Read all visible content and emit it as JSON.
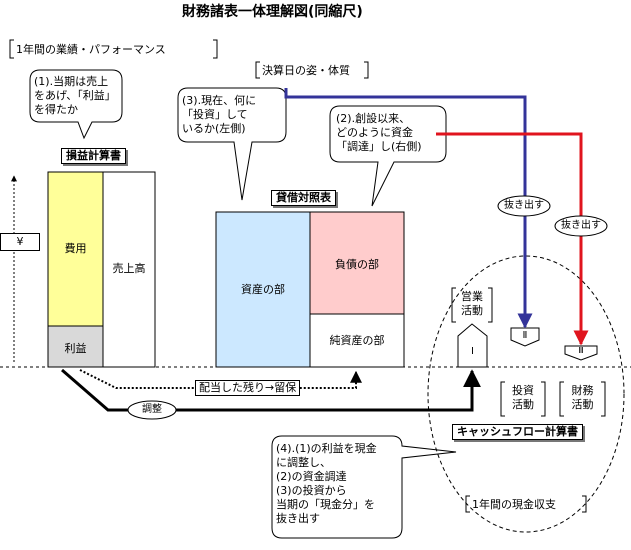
{
  "title": "財務諸表一体理解図(同縮尺)",
  "sections": {
    "pl_period": "1年間の業績・パフォーマンス",
    "bs_date": "決算日の姿・体質",
    "cf_period": "1年間の現金収支"
  },
  "callouts": {
    "pl": "(1).当期は売上\nをあげ、「利益」\nを得たか",
    "bs_left": "(3).現在、何に\n「投資」して\nいるか(左側)",
    "bs_right": "(2).創設以来、\nどのように資金\n「調達」し(右側)",
    "cf": "(4).(1)の利益を現金\nに調整し、\n(2)の資金調達\n(3)の投資から\n当期の「現金分」を\n抜き出す"
  },
  "pl": {
    "label": "損益計算書",
    "expense": "費用",
    "revenue": "売上高",
    "profit": "利益",
    "yen": "¥"
  },
  "bs": {
    "label": "貸借対照表",
    "assets": "資産の部",
    "liabilities": "負債の部",
    "net_assets": "純資産の部"
  },
  "cf": {
    "label": "キャッシュフロー計算書",
    "operating": "営業\n活動",
    "investing": "投資\n活動",
    "financing": "財務\n活動",
    "sec1": "Ⅰ",
    "sec2": "Ⅱ",
    "sec3": "Ⅲ"
  },
  "arrows": {
    "retained": "配当した残り→留保",
    "adjust": "調整",
    "extract1": "抜き出す",
    "extract2": "抜き出す"
  },
  "colors": {
    "expense": "#ffff99",
    "profit": "#d9d9d9",
    "assets": "#cce8ff",
    "liabilities": "#ffcccc",
    "blue_arrow": "#333399",
    "red_arrow": "#e0141e"
  }
}
